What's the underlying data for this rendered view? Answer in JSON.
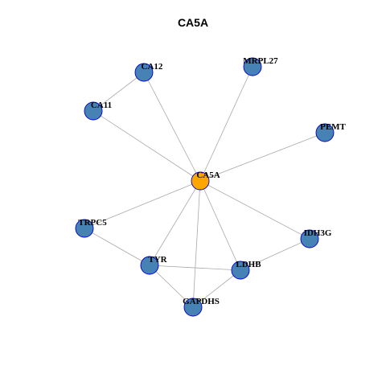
{
  "title": "CA5A",
  "colors": {
    "center_node": "#FFA500",
    "node": "#4682B4",
    "node_stroke": "#0000CD",
    "edge": "#A9A9A9"
  },
  "nodes": [
    {
      "id": "CA5A",
      "label": "CA5A",
      "center": true
    },
    {
      "id": "CA12",
      "label": "CA12"
    },
    {
      "id": "MRPL27",
      "label": "MRPL27"
    },
    {
      "id": "CA11",
      "label": "CA11"
    },
    {
      "id": "PEMT",
      "label": "PEMT"
    },
    {
      "id": "TRPC5",
      "label": "TRPC5"
    },
    {
      "id": "IDH3G",
      "label": "IDH3G"
    },
    {
      "id": "TYR",
      "label": "TYR"
    },
    {
      "id": "LDHB",
      "label": "LDHB"
    },
    {
      "id": "GAPDHS",
      "label": "GAPDHS"
    }
  ],
  "edges": [
    [
      "CA5A",
      "CA12"
    ],
    [
      "CA5A",
      "MRPL27"
    ],
    [
      "CA5A",
      "CA11"
    ],
    [
      "CA5A",
      "PEMT"
    ],
    [
      "CA5A",
      "TRPC5"
    ],
    [
      "CA5A",
      "IDH3G"
    ],
    [
      "CA5A",
      "TYR"
    ],
    [
      "CA5A",
      "LDHB"
    ],
    [
      "CA5A",
      "GAPDHS"
    ],
    [
      "CA12",
      "CA11"
    ],
    [
      "TRPC5",
      "TYR"
    ],
    [
      "TYR",
      "LDHB"
    ],
    [
      "TYR",
      "GAPDHS"
    ],
    [
      "LDHB",
      "GAPDHS"
    ],
    [
      "LDHB",
      "IDH3G"
    ]
  ]
}
